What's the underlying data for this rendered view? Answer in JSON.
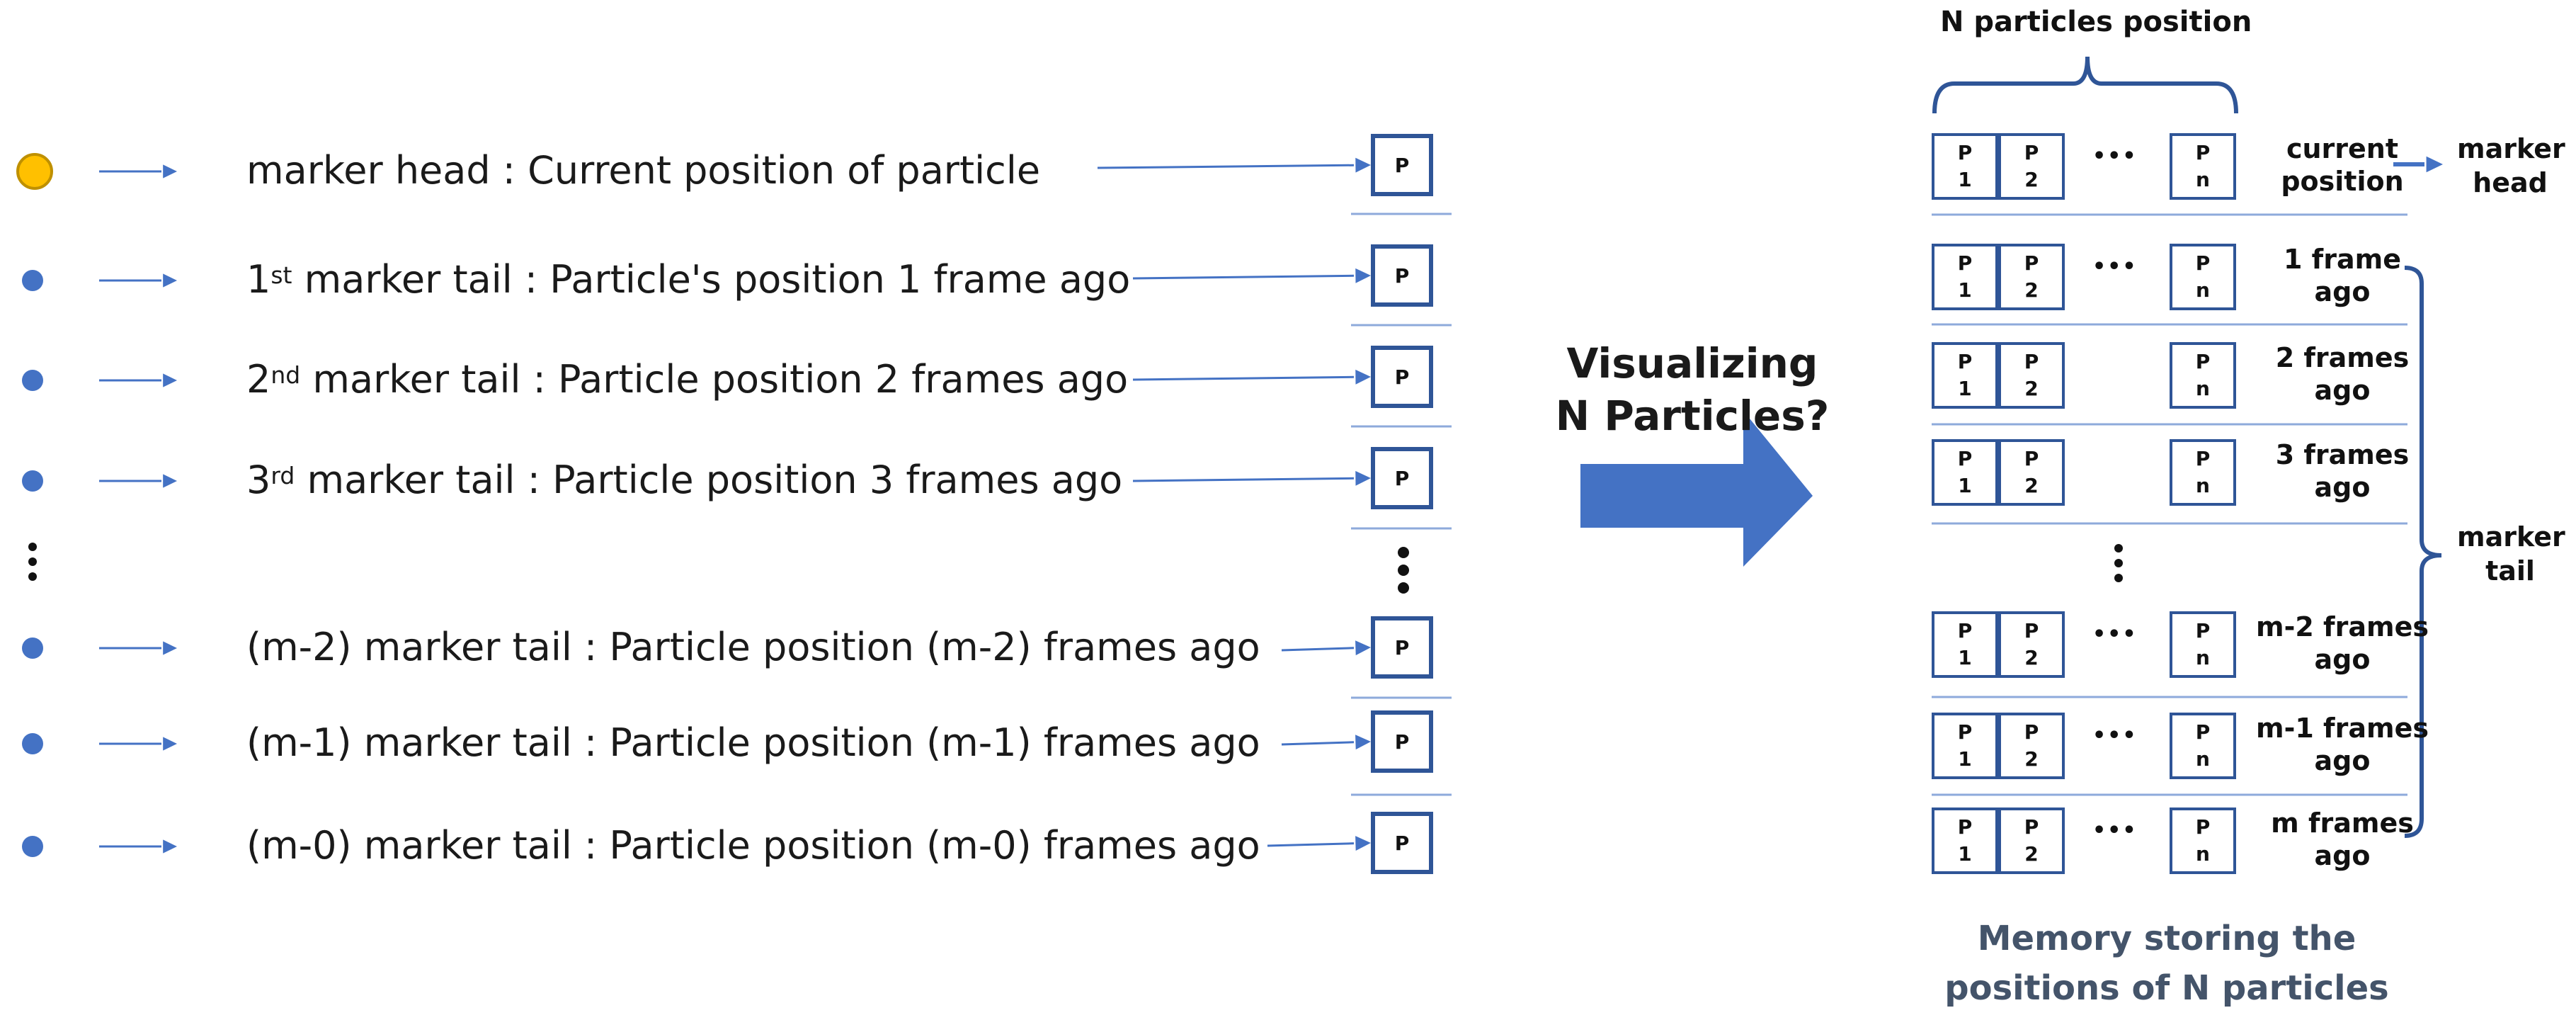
{
  "diagram": {
    "top_label": "N particles position",
    "question": [
      "Visualizing",
      "N Particles?"
    ],
    "caption": [
      "Memory storing the",
      "positions of N particles"
    ],
    "marker_head_label": [
      "marker",
      "head"
    ],
    "marker_tail_label": [
      "marker",
      "tail"
    ],
    "p_box_label": "P",
    "ellipsis": "•••",
    "colors": {
      "blue_dark": "#2f5597",
      "blue_arrow": "#4472c4",
      "head_dot": "#ffc000",
      "head_dot_border": "#bf9000",
      "caption": "#44546a",
      "divider": "#8eaadb"
    },
    "rows": [
      {
        "pre": "marker head : Current position of particle",
        "sup": "",
        "post": "",
        "dot": "head"
      },
      {
        "pre": "1",
        "sup": "st",
        "post": " marker tail : Particle's position 1 frame ago",
        "dot": "tail"
      },
      {
        "pre": "2",
        "sup": "nd",
        "post": " marker tail : Particle position 2 frames ago",
        "dot": "tail"
      },
      {
        "pre": "3",
        "sup": "rd",
        "post": " marker tail : Particle position 3 frames ago",
        "dot": "tail"
      },
      {
        "pre": "(m-2) marker tail : Particle position (m-2) frames ago",
        "sup": "",
        "post": "",
        "dot": "tail"
      },
      {
        "pre": "(m-1) marker tail : Particle position (m-1) frames ago",
        "sup": "",
        "post": "",
        "dot": "tail"
      },
      {
        "pre": "(m-0) marker tail : Particle position (m-0) frames ago",
        "sup": "",
        "post": "",
        "dot": "tail"
      }
    ],
    "memory_rows": [
      {
        "cells": [
          [
            "P",
            "1"
          ],
          [
            "P",
            "2"
          ],
          [
            "P",
            "n"
          ]
        ],
        "ellipsis": true,
        "label": [
          "current",
          "position"
        ]
      },
      {
        "cells": [
          [
            "P",
            "1"
          ],
          [
            "P",
            "2"
          ],
          [
            "P",
            "n"
          ]
        ],
        "ellipsis": true,
        "label": [
          "1 frame",
          "ago"
        ]
      },
      {
        "cells": [
          [
            "P",
            "1"
          ],
          [
            "P",
            "2"
          ],
          [
            "P",
            "n"
          ]
        ],
        "ellipsis": false,
        "label": [
          "2 frames",
          "ago"
        ]
      },
      {
        "cells": [
          [
            "P",
            "1"
          ],
          [
            "P",
            "2"
          ],
          [
            "P",
            "n"
          ]
        ],
        "ellipsis": false,
        "label": [
          "3 frames",
          "ago"
        ]
      },
      {
        "cells": [
          [
            "P",
            "1"
          ],
          [
            "P",
            "2"
          ],
          [
            "P",
            "n"
          ]
        ],
        "ellipsis": true,
        "label": [
          "m-2 frames",
          "ago"
        ]
      },
      {
        "cells": [
          [
            "P",
            "1"
          ],
          [
            "P",
            "2"
          ],
          [
            "P",
            "n"
          ]
        ],
        "ellipsis": true,
        "label": [
          "m-1 frames",
          "ago"
        ]
      },
      {
        "cells": [
          [
            "P",
            "1"
          ],
          [
            "P",
            "2"
          ],
          [
            "P",
            "n"
          ]
        ],
        "ellipsis": true,
        "label": [
          "m frames",
          "ago"
        ]
      }
    ]
  }
}
